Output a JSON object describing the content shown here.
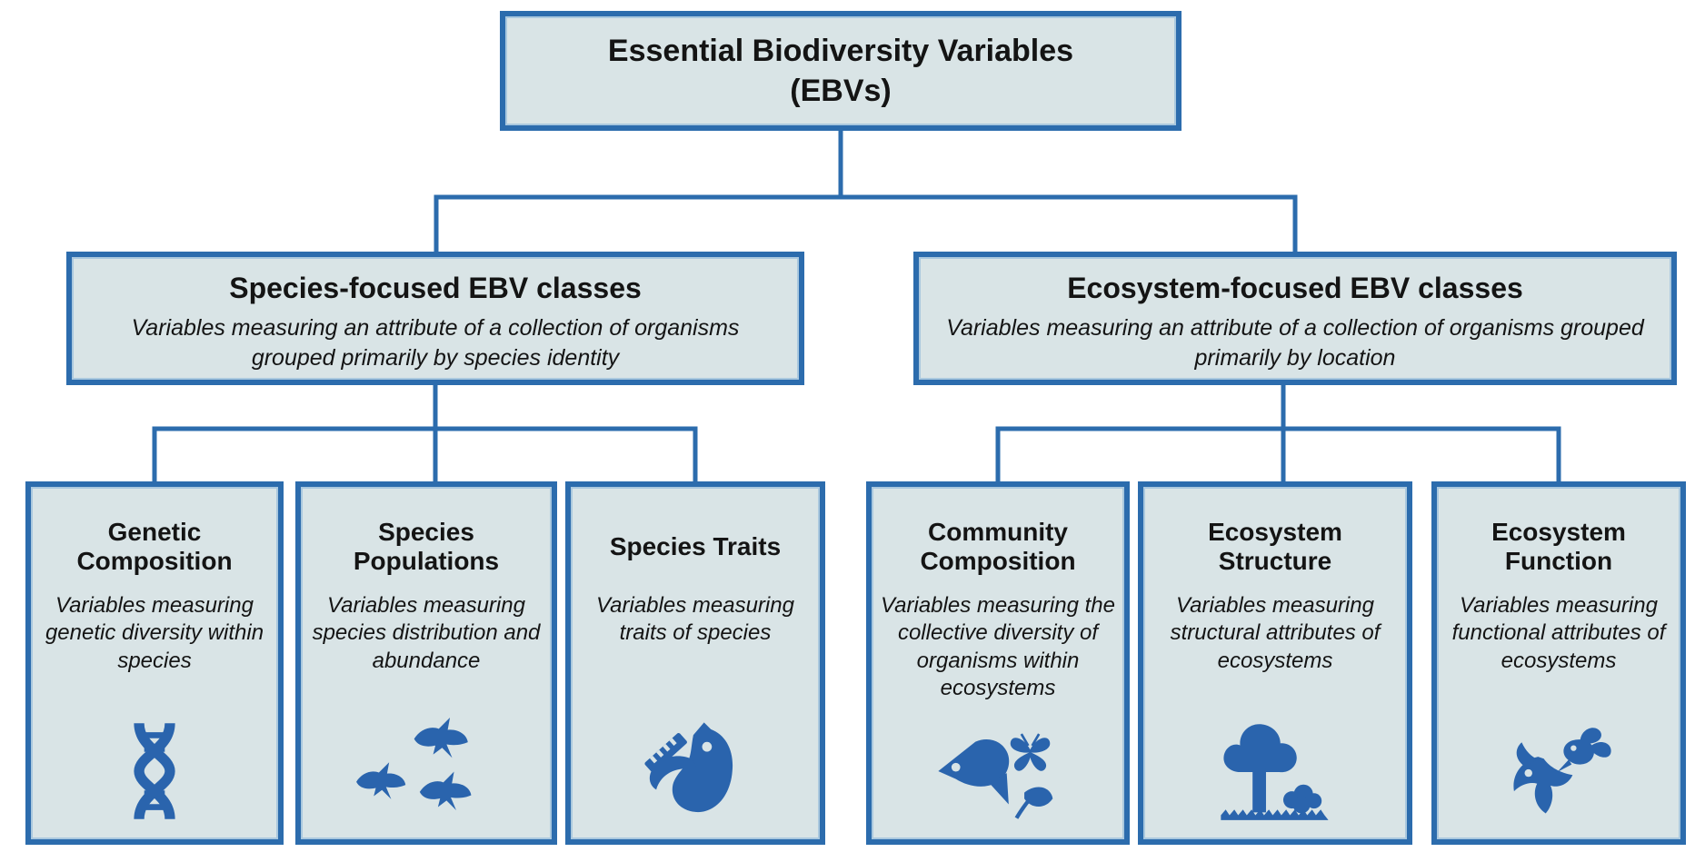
{
  "colors": {
    "box_fill": "#d9e4e6",
    "box_border": "#2c6cad",
    "icon_blue": "#2a64ad",
    "text": "#141414",
    "background": "#ffffff"
  },
  "root": {
    "title_line1": "Essential Biodiversity Variables",
    "title_line2": "(EBVs)"
  },
  "branches": [
    {
      "title": "Species-focused EBV classes",
      "description": "Variables measuring an attribute of a collection of organisms grouped primarily by species identity",
      "children": [
        {
          "title": "Genetic Composition",
          "description": "Variables measuring genetic diversity within species",
          "icon": "dna-icon"
        },
        {
          "title": "Species Populations",
          "description": "Variables measuring species distribution and abundance",
          "icon": "birds-icon"
        },
        {
          "title": "Species Traits",
          "description": "Variables measuring traits of species",
          "icon": "bird-ruler-icon"
        }
      ]
    },
    {
      "title": "Ecosystem-focused EBV classes",
      "description": "Variables measuring an attribute of a collection of organisms grouped primarily by location",
      "children": [
        {
          "title": "Community Composition",
          "description": "Variables measuring the collective diversity of organisms within ecosystems",
          "icon": "fish-butterfly-icon"
        },
        {
          "title": "Ecosystem Structure",
          "description": "Variables measuring structural attributes of ecosystems",
          "icon": "tree-icon"
        },
        {
          "title": "Ecosystem Function",
          "description": "Variables measuring functional attributes of ecosystems",
          "icon": "fish-bee-icon"
        }
      ]
    }
  ]
}
